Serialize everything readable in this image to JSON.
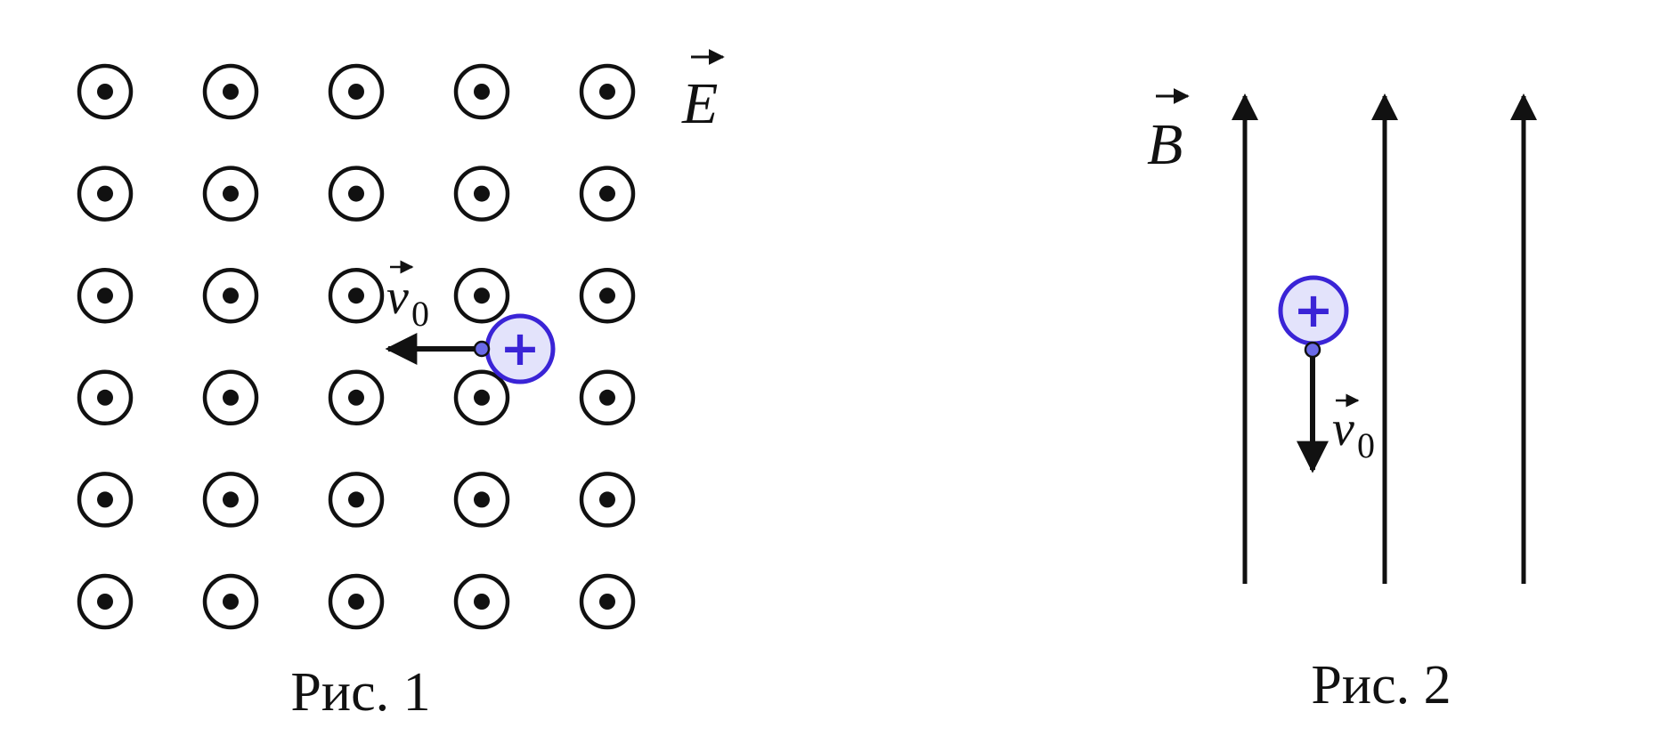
{
  "figure1": {
    "caption": "Рис. 1",
    "field_label": "E",
    "field_direction": "out-of-page",
    "grid": {
      "rows": 6,
      "cols": 5
    },
    "velocity_label": "v",
    "velocity_subscript": "0",
    "velocity_direction": "left",
    "charge_sign": "+"
  },
  "figure2": {
    "caption": "Рис. 2",
    "field_label": "B",
    "field_direction": "up",
    "field_line_count": 3,
    "velocity_label": "v",
    "velocity_subscript": "0",
    "velocity_direction": "down",
    "charge_sign": "+"
  },
  "colors": {
    "ink": "#111111",
    "charge_stroke": "#3a24d6",
    "charge_fill": "#e3e3fb"
  }
}
